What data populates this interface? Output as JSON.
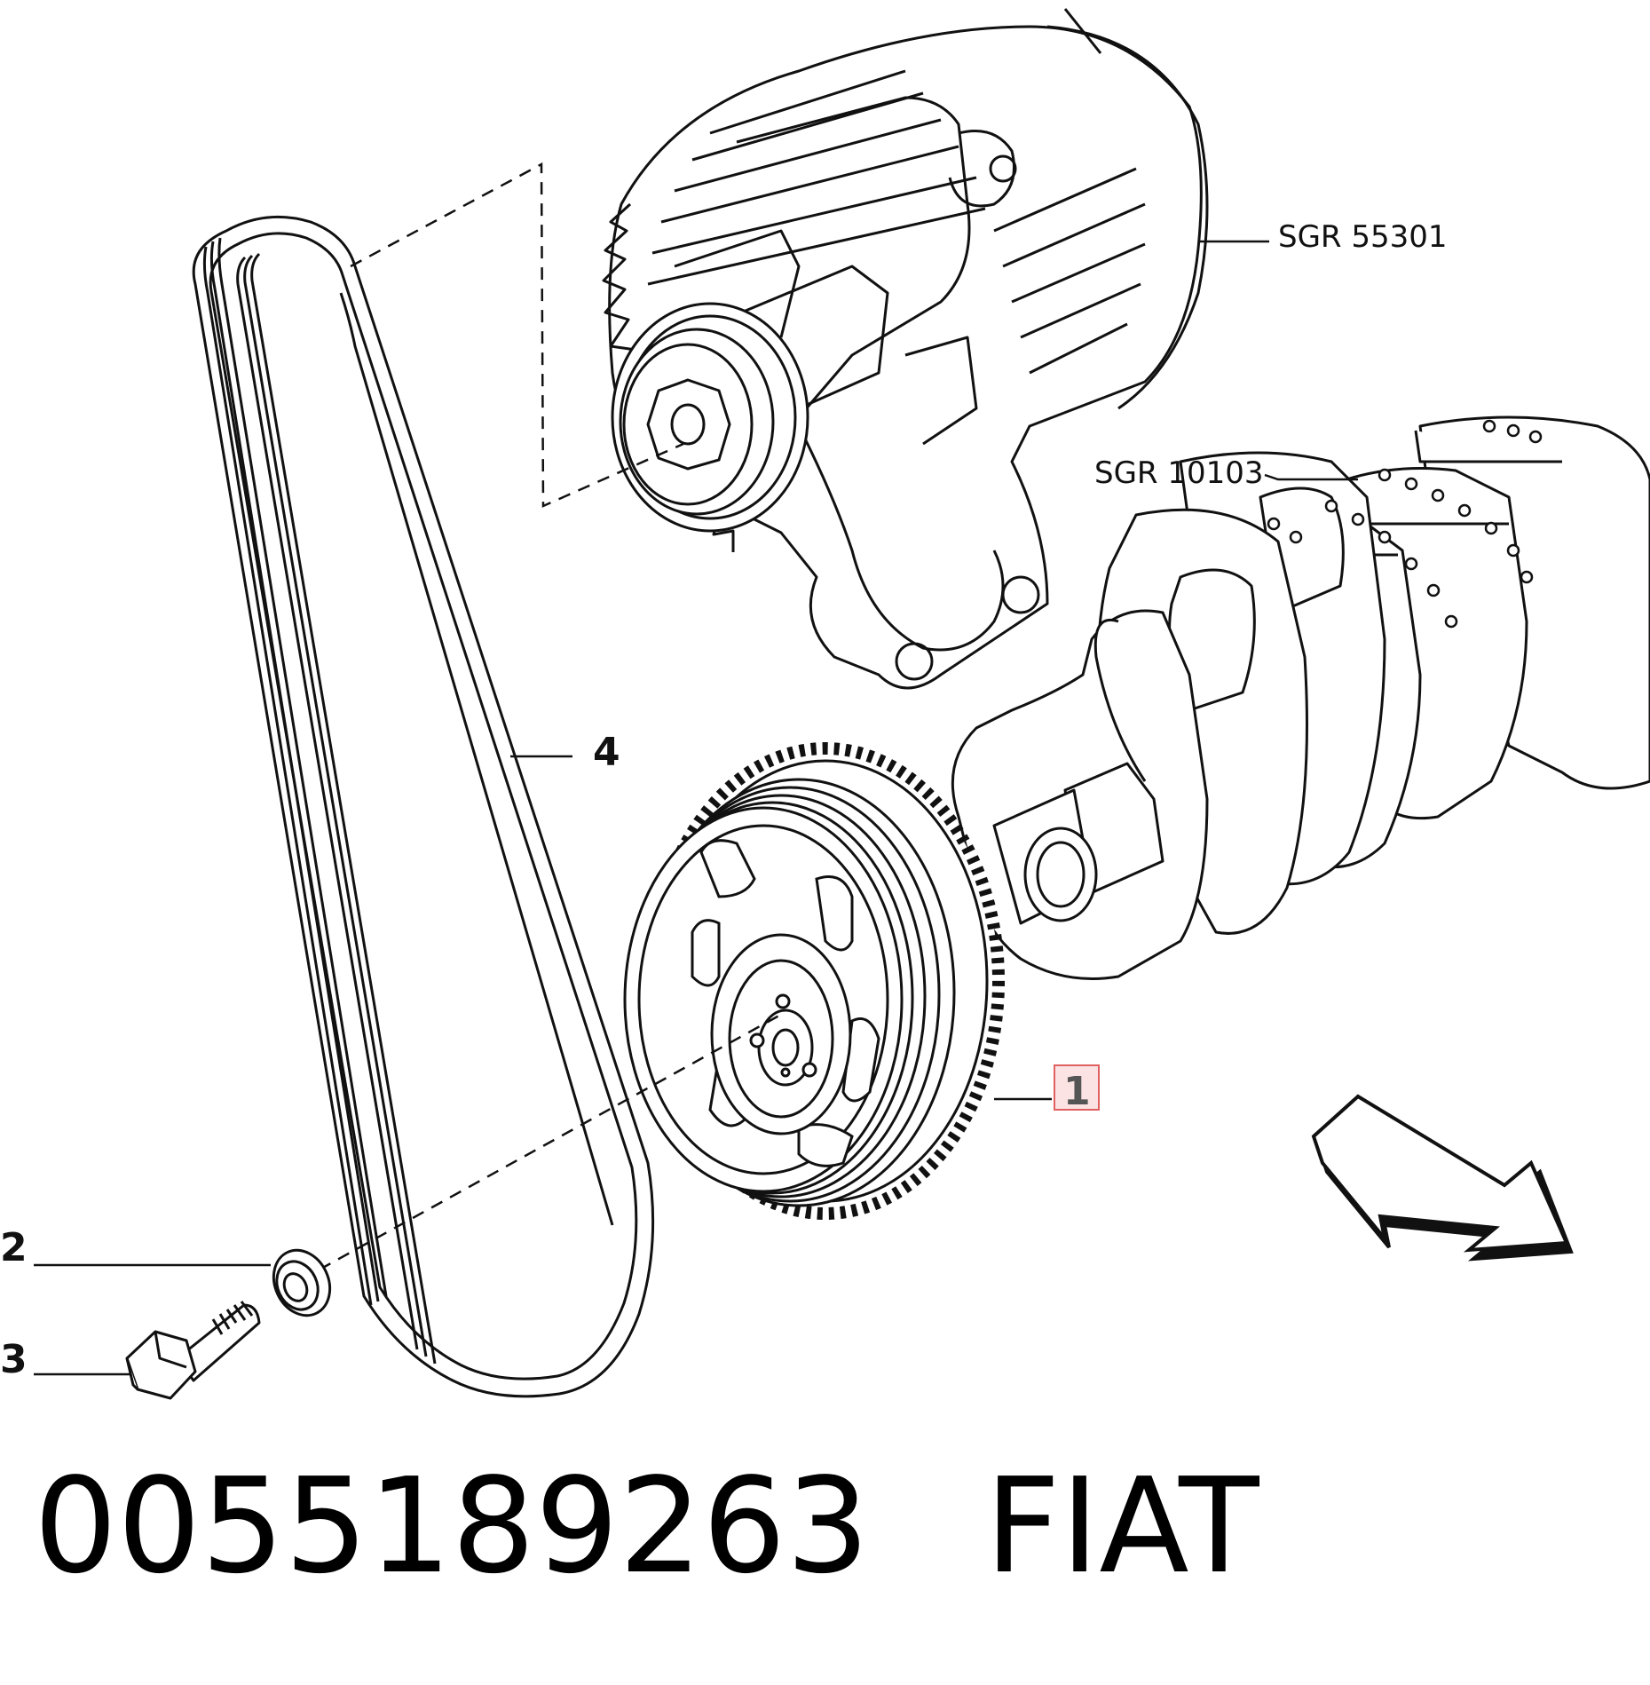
{
  "callouts": {
    "part_1": "1",
    "part_2": "2",
    "part_3": "3",
    "part_4": "4"
  },
  "references": {
    "alternator": "SGR 55301",
    "crankshaft": "SGR 10103"
  },
  "footer": {
    "part_number": "0055189263",
    "brand": "FIAT"
  },
  "colors": {
    "line": "#111111",
    "highlight_box_border": "#e06060",
    "highlight_box_fill": "#fbe3e3",
    "background": "#ffffff"
  }
}
